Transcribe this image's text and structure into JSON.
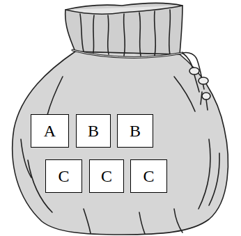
{
  "diagram": {
    "nodes": [
      {
        "text": [
          "A"
        ]
      },
      {
        "text": [
          "B"
        ]
      },
      {
        "text": [
          "B"
        ]
      },
      {
        "text": [
          "C"
        ]
      },
      {
        "text": [
          "C"
        ]
      },
      {
        "text": [
          "C"
        ]
      }
    ]
  }
}
